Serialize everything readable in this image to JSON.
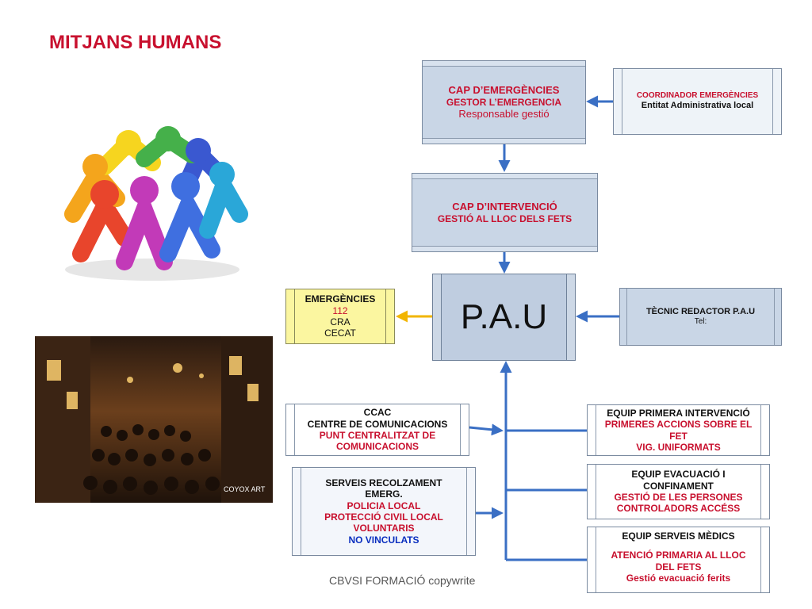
{
  "title": "MITJANS HUMANS",
  "footer": "CBVSI FORMACIÓ copywrite",
  "pau": "P.A.U",
  "cap_emergencies": {
    "l1": "CAP D’EMERGÈNCIES",
    "l2": "GESTOR L’EMERGENCIA",
    "l3": "Responsable gestió"
  },
  "coordinador": {
    "l1": "COORDINADOR EMERGÈNCIES",
    "l2": "Entitat Administrativa local"
  },
  "cap_intervencio": {
    "l1": "CAP D’INTERVENCIÓ",
    "l2": "GESTIÓ AL LLOC DELS FETS"
  },
  "emergencies": {
    "l1": "EMERGÈNCIES",
    "l2": "112",
    "l3": "CRA",
    "l4": "CECAT"
  },
  "tecnic": {
    "l1": "TÈCNIC REDACTOR P.A.U",
    "l2": "Tel:"
  },
  "ccac": {
    "l1": "CCAC",
    "l2": "CENTRE DE COMUNICACIONS",
    "l3": "PUNT CENTRALITZAT DE",
    "l4": "COMUNICACIONS"
  },
  "serveis": {
    "l1": "SERVEIS RECOLZAMENT",
    "l2": "EMERG.",
    "l3": "POLICIA LOCAL",
    "l4": "PROTECCIÓ CIVIL LOCAL",
    "l5": "VOLUNTARIS",
    "l6": "NO VINCULATS"
  },
  "equip_primera": {
    "l1": "EQUIP PRIMERA INTERVENCIÓ",
    "l2": "PRIMERES ACCIONS SOBRE EL",
    "l3": "FET",
    "l4": "VIG. UNIFORMATS"
  },
  "equip_evacuacio": {
    "l1": "EQUIP  EVACUACIÓ I",
    "l2": "CONFINAMENT",
    "l3": "GESTIÓ DE LES PERSONES",
    "l4": "CONTROLADORS ACCÉSS"
  },
  "equip_medics": {
    "l1": "EQUIP SERVEIS MÈDICS",
    "l2": "ATENCIÓ PRIMARIA AL LLOC",
    "l3": "DEL FETS",
    "l4": "Gestió evacuació ferits"
  },
  "photo_credit": "COYOX ART",
  "colors": {
    "title": "#c8102e",
    "arrow_blue": "#3a6fc4",
    "arrow_yellow": "#f2b500",
    "box_fill": "#c9d6e6"
  }
}
